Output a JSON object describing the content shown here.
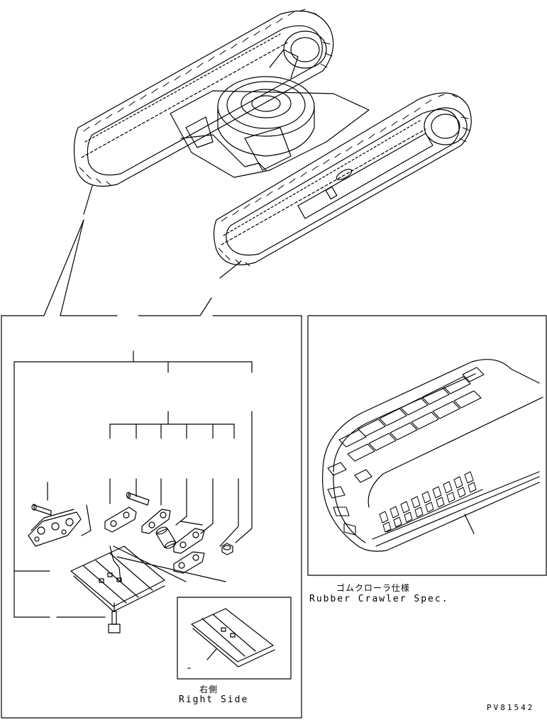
{
  "rubber_crawler": {
    "label_jp": "ゴムクローラ仕様",
    "label_en": "Rubber Crawler Spec."
  },
  "right_side": {
    "label_jp": "右側",
    "label_en": "Right Side"
  },
  "drawing_number": "PV81542",
  "colors": {
    "line": "#000000",
    "background": "#ffffff"
  }
}
